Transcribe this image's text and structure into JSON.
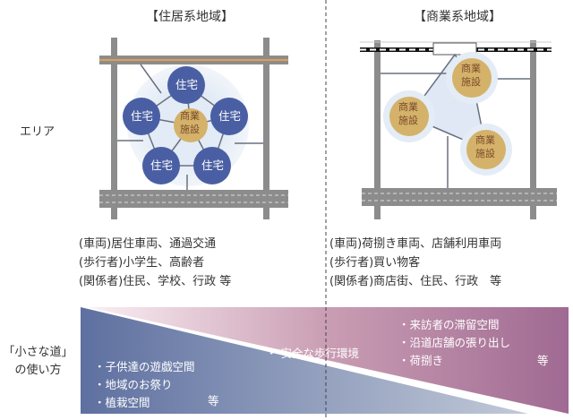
{
  "residential": {
    "title": "【住居系地域】",
    "house_label": "住宅",
    "facility_label_1": "商業",
    "facility_label_2": "施設",
    "lines": [
      "(車両)居住車両、通過交通",
      "(歩行者)小学生、高齢者",
      "(関係者)住民、学校、行政 等"
    ]
  },
  "commercial": {
    "title": "【商業系地域】",
    "facility_label_1": "商業",
    "facility_label_2": "施設",
    "lines": [
      "(車両)荷捌き車両、店舗利用車両",
      "(歩行者)買い物客",
      "(関係者)商店街、住民、行政　等"
    ]
  },
  "row_labels": {
    "area": "エリア",
    "usage_1": "「小さな道」",
    "usage_2": "の使い方"
  },
  "usage": {
    "left": [
      "・子供達の遊戯空間",
      "・地域のお祭り",
      "・植栽空間"
    ],
    "left_etc": "等",
    "center": "・ 安全な歩行環境",
    "right": [
      "・来訪者の滞留空間",
      "・沿道店舗の張り出し",
      "・荷捌き"
    ],
    "right_etc": "等"
  },
  "colors": {
    "house": "#4a5fa3",
    "facility": "#d4b26a",
    "road": "#8c8c8c",
    "blue": "#5f72a0",
    "pink": "#a06a92"
  }
}
